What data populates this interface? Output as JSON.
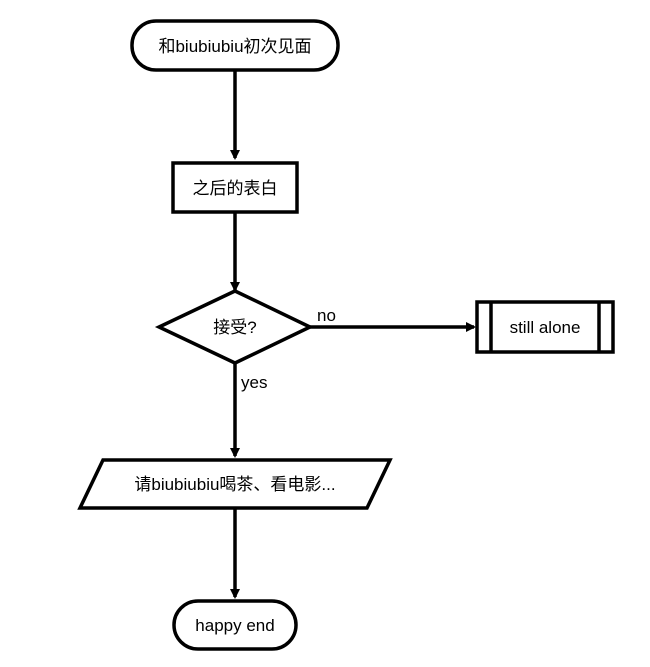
{
  "diagram": {
    "nodes": {
      "start": {
        "label": "和biubiubiu初次见面"
      },
      "confess": {
        "label": "之后的表白"
      },
      "decision": {
        "label": "接受?"
      },
      "alone": {
        "label": "still alone"
      },
      "invite": {
        "label": "请biubiubiu喝茶、看电影..."
      },
      "end": {
        "label": "happy end"
      }
    },
    "edges": {
      "no_label": "no",
      "yes_label": "yes"
    }
  },
  "colors": {
    "stroke": "#000000",
    "fill": "#ffffff",
    "background": "#ffffff"
  }
}
